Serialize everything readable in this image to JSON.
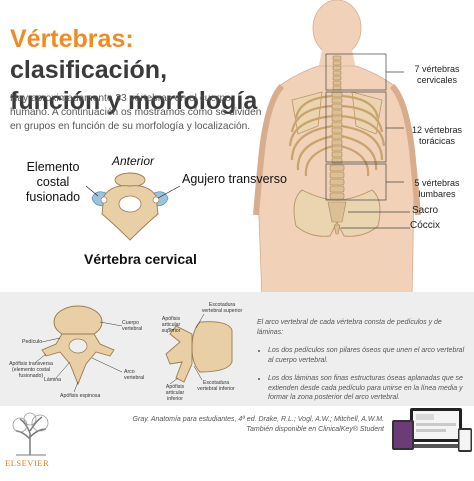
{
  "title": {
    "accent": "Vértebras:",
    "rest": " clasificación, función y morfología"
  },
  "intro": "Hay aproximadamente 33 vértebras en el cuerpo humano. A continuación os mostramos cómo se dividen en grupos en función de su morfología y localización.",
  "cervical_figure": {
    "anterior": "Anterior",
    "elemento_costal": "Elemento costal fusionado",
    "agujero": "Agujero transverso",
    "caption": "Vértebra cervical"
  },
  "spine_segments": [
    {
      "id": "cervicales",
      "line1": "7 vértebras",
      "line2": "cervicales"
    },
    {
      "id": "toracicas",
      "line1": "12 vértebras",
      "line2": "torácicas"
    },
    {
      "id": "lumbares",
      "line1": "5 vértebras",
      "line2": "lumbares"
    },
    {
      "id": "sacro",
      "line1": "Sacro",
      "line2": ""
    },
    {
      "id": "coccix",
      "line1": "Cóccix",
      "line2": ""
    }
  ],
  "vertebra_labels": {
    "cuerpo": "Cuerpo vertebral",
    "pediculo": "Pedículo",
    "apofisis_transversa": "Apófisis transversa (elemento costal fusionado)",
    "lamina": "Lámina",
    "arco": "Arco vertebral",
    "espinosa": "Apófisis espinosa"
  },
  "side_labels": {
    "escotadura_sup": "Escotadura vertebral superior",
    "articular_sup": "Apófisis articular superior",
    "escotadura_inf": "Escotadura vertebral inferior",
    "articular_inf": "Apófisis articular inferior"
  },
  "panel_text": {
    "intro": "El arco vertebral de cada vértebra consta de pedículos y de láminas:",
    "bullets": [
      "Los dos pedículos son pilares óseos que unen el arco vertebral al cuerpo vertebral.",
      "Los dos láminas son finas estructuras óseas aplanadas que se extienden desde cada pedículo para unirse en la línea media y formar la zona posterior del arco vertebral."
    ]
  },
  "footer": {
    "logo": "ELSEVIER",
    "citation_line1": "Gray. Anatomía para estudiantes, 4ª ed. Drake, R.L.; Vogl, A.W.; Mitchell, A.W.M.",
    "citation_line2": "También disponible en ClinicalKey® Student"
  },
  "colors": {
    "accent": "#f08a24",
    "bone": "#e8cfa6",
    "bone_dark": "#c9a26e",
    "cartilage": "#9cc3de",
    "skin": "#f1d2b8",
    "panel_bg": "#eeeeee"
  }
}
